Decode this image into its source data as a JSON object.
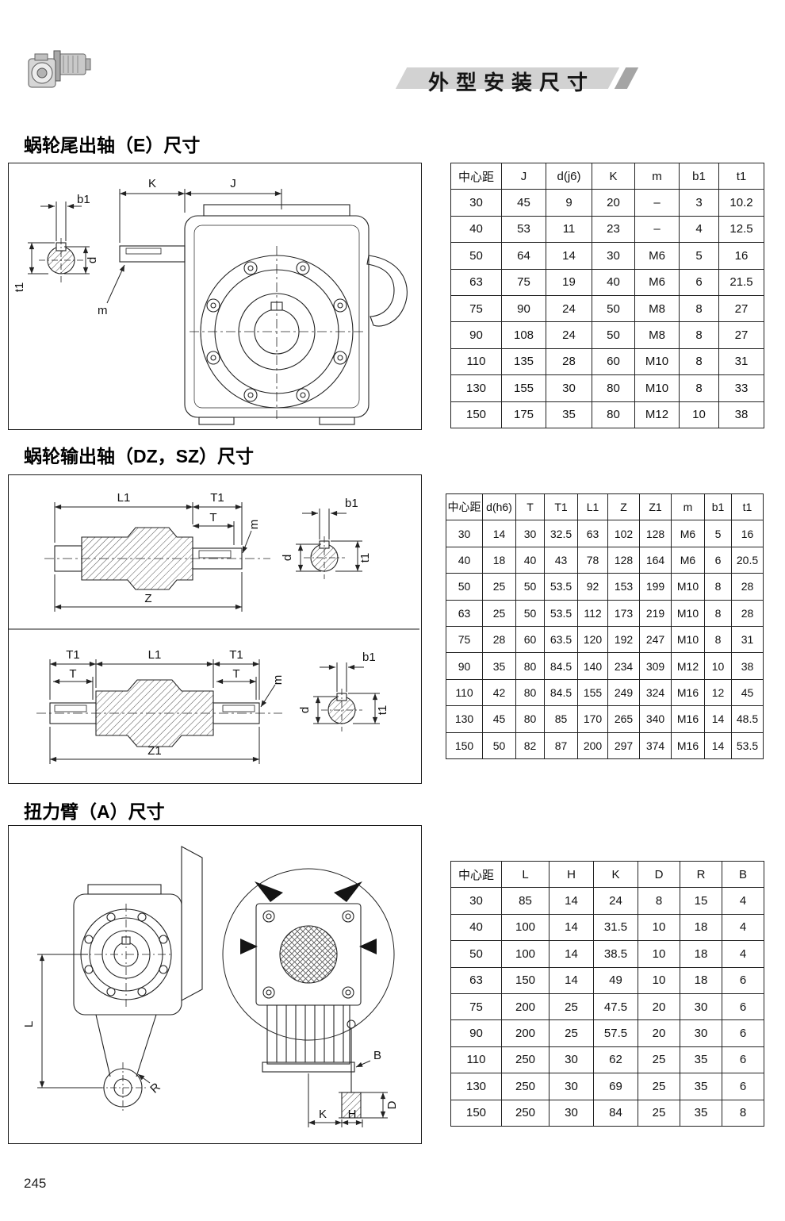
{
  "page": {
    "number": "245",
    "banner_title": "外型安装尺寸"
  },
  "sections": [
    {
      "heading": "蜗轮尾出轴（E）尺寸",
      "labels": {
        "b1": "b1",
        "K": "K",
        "J": "J",
        "d": "d",
        "t1": "t1",
        "m": "m"
      },
      "table": {
        "headers": [
          "中心距",
          "J",
          "d(j6)",
          "K",
          "m",
          "b1",
          "t1"
        ],
        "rows": [
          [
            "30",
            "45",
            "9",
            "20",
            "–",
            "3",
            "10.2"
          ],
          [
            "40",
            "53",
            "11",
            "23",
            "–",
            "4",
            "12.5"
          ],
          [
            "50",
            "64",
            "14",
            "30",
            "M6",
            "5",
            "16"
          ],
          [
            "63",
            "75",
            "19",
            "40",
            "M6",
            "6",
            "21.5"
          ],
          [
            "75",
            "90",
            "24",
            "50",
            "M8",
            "8",
            "27"
          ],
          [
            "90",
            "108",
            "24",
            "50",
            "M8",
            "8",
            "27"
          ],
          [
            "110",
            "135",
            "28",
            "60",
            "M10",
            "8",
            "31"
          ],
          [
            "130",
            "155",
            "30",
            "80",
            "M10",
            "8",
            "33"
          ],
          [
            "150",
            "175",
            "35",
            "80",
            "M12",
            "10",
            "38"
          ]
        ]
      }
    },
    {
      "heading": "蜗轮输出轴（DZ，SZ）尺寸",
      "labels": {
        "L1": "L1",
        "T1": "T1",
        "T": "T",
        "m": "m",
        "b1": "b1",
        "d": "d",
        "t1": "t1",
        "Z": "Z",
        "Z1": "Z1"
      },
      "table": {
        "headers": [
          "中心距",
          "d(h6)",
          "T",
          "T1",
          "L1",
          "Z",
          "Z1",
          "m",
          "b1",
          "t1"
        ],
        "rows": [
          [
            "30",
            "14",
            "30",
            "32.5",
            "63",
            "102",
            "128",
            "M6",
            "5",
            "16"
          ],
          [
            "40",
            "18",
            "40",
            "43",
            "78",
            "128",
            "164",
            "M6",
            "6",
            "20.5"
          ],
          [
            "50",
            "25",
            "50",
            "53.5",
            "92",
            "153",
            "199",
            "M10",
            "8",
            "28"
          ],
          [
            "63",
            "25",
            "50",
            "53.5",
            "112",
            "173",
            "219",
            "M10",
            "8",
            "28"
          ],
          [
            "75",
            "28",
            "60",
            "63.5",
            "120",
            "192",
            "247",
            "M10",
            "8",
            "31"
          ],
          [
            "90",
            "35",
            "80",
            "84.5",
            "140",
            "234",
            "309",
            "M12",
            "10",
            "38"
          ],
          [
            "110",
            "42",
            "80",
            "84.5",
            "155",
            "249",
            "324",
            "M16",
            "12",
            "45"
          ],
          [
            "130",
            "45",
            "80",
            "85",
            "170",
            "265",
            "340",
            "M16",
            "14",
            "48.5"
          ],
          [
            "150",
            "50",
            "82",
            "87",
            "200",
            "297",
            "374",
            "M16",
            "14",
            "53.5"
          ]
        ]
      }
    },
    {
      "heading": "扭力臂（A）尺寸",
      "labels": {
        "L": "L",
        "R": "R",
        "B": "B",
        "K": "K",
        "H": "H",
        "D": "D"
      },
      "table": {
        "headers": [
          "中心距",
          "L",
          "H",
          "K",
          "D",
          "R",
          "B"
        ],
        "rows": [
          [
            "30",
            "85",
            "14",
            "24",
            "8",
            "15",
            "4"
          ],
          [
            "40",
            "100",
            "14",
            "31.5",
            "10",
            "18",
            "4"
          ],
          [
            "50",
            "100",
            "14",
            "38.5",
            "10",
            "18",
            "4"
          ],
          [
            "63",
            "150",
            "14",
            "49",
            "10",
            "18",
            "6"
          ],
          [
            "75",
            "200",
            "25",
            "47.5",
            "20",
            "30",
            "6"
          ],
          [
            "90",
            "200",
            "25",
            "57.5",
            "20",
            "30",
            "6"
          ],
          [
            "110",
            "250",
            "30",
            "62",
            "25",
            "35",
            "6"
          ],
          [
            "130",
            "250",
            "30",
            "69",
            "25",
            "35",
            "6"
          ],
          [
            "150",
            "250",
            "30",
            "84",
            "25",
            "35",
            "8"
          ]
        ]
      }
    }
  ]
}
